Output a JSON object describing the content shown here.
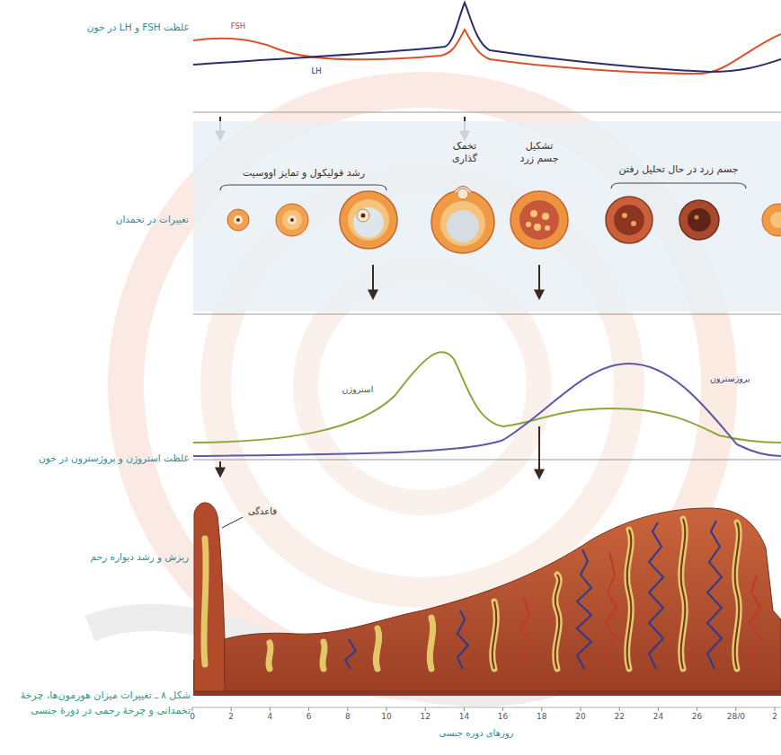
{
  "diagram": {
    "caption": "شکل ۸ ـ تغییرات میزان هورمون‌ها، چرخهٔ تخمدانی و چرخهٔ رحمی در دورهٔ جنسی",
    "labels": [
      "غلظت FSH و LH در خون",
      "FSH",
      "LH",
      "رشد فولیکول و تمایز اووسیت",
      "تخمک گذاری",
      "تشکیل جسم زرد",
      "جسم زرد در حال تحلیل رفتن",
      "تغییرات در تخمدان",
      "استروژن",
      "پروژسترون",
      "غلظت استروژن و پروژسترون در خون",
      "قاعدگی",
      "ریزش و رشد دیواره رحم",
      "0",
      "2",
      "4",
      "6",
      "8",
      "10",
      "12",
      "14",
      "16",
      "18",
      "20",
      "22",
      "24",
      "26",
      "28/0",
      "2",
      "روزهای دوره جنسی"
    ]
  }
}
